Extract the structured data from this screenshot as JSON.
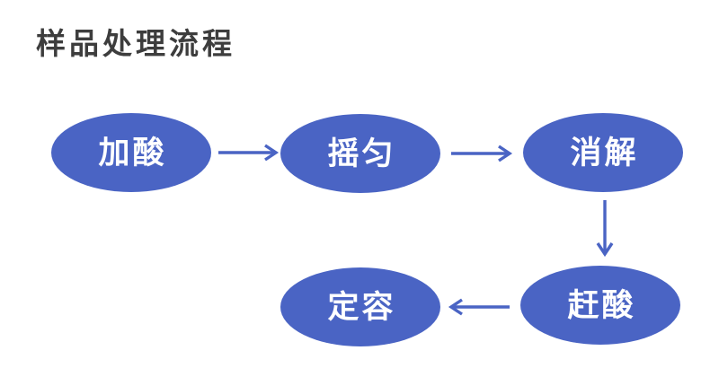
{
  "title": "样品处理流程",
  "colors": {
    "background": "#ffffff",
    "title_text": "#3d3d3d",
    "node_fill": "#4a64c4",
    "node_text": "#ffffff",
    "arrow": "#4a64c4"
  },
  "flow": {
    "nodes": [
      {
        "id": "add-acid",
        "label": "加酸"
      },
      {
        "id": "shake",
        "label": "摇匀"
      },
      {
        "id": "digest",
        "label": "消解"
      },
      {
        "id": "drive-acid",
        "label": "赶酸"
      },
      {
        "id": "fix-volume",
        "label": "定容"
      }
    ],
    "edges": [
      {
        "from": "add-acid",
        "to": "shake",
        "direction": "right"
      },
      {
        "from": "shake",
        "to": "digest",
        "direction": "right"
      },
      {
        "from": "digest",
        "to": "drive-acid",
        "direction": "down"
      },
      {
        "from": "drive-acid",
        "to": "fix-volume",
        "direction": "left"
      }
    ]
  }
}
